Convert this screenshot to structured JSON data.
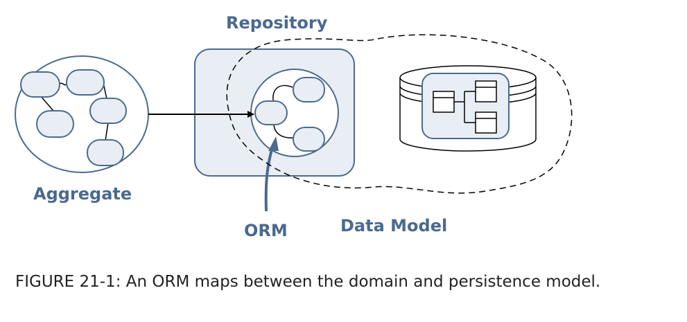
{
  "labels": {
    "repository": "Repository",
    "aggregate": "Aggregate",
    "orm": "ORM",
    "data_model": "Data Model"
  },
  "caption": {
    "figure_number": "FIGURE 21-1:",
    "text": "An ORM maps between the domain and persistence model."
  },
  "colors": {
    "stroke": "#4a6a8e",
    "fill": "#e9eef4",
    "label": "#4a6a8e"
  }
}
